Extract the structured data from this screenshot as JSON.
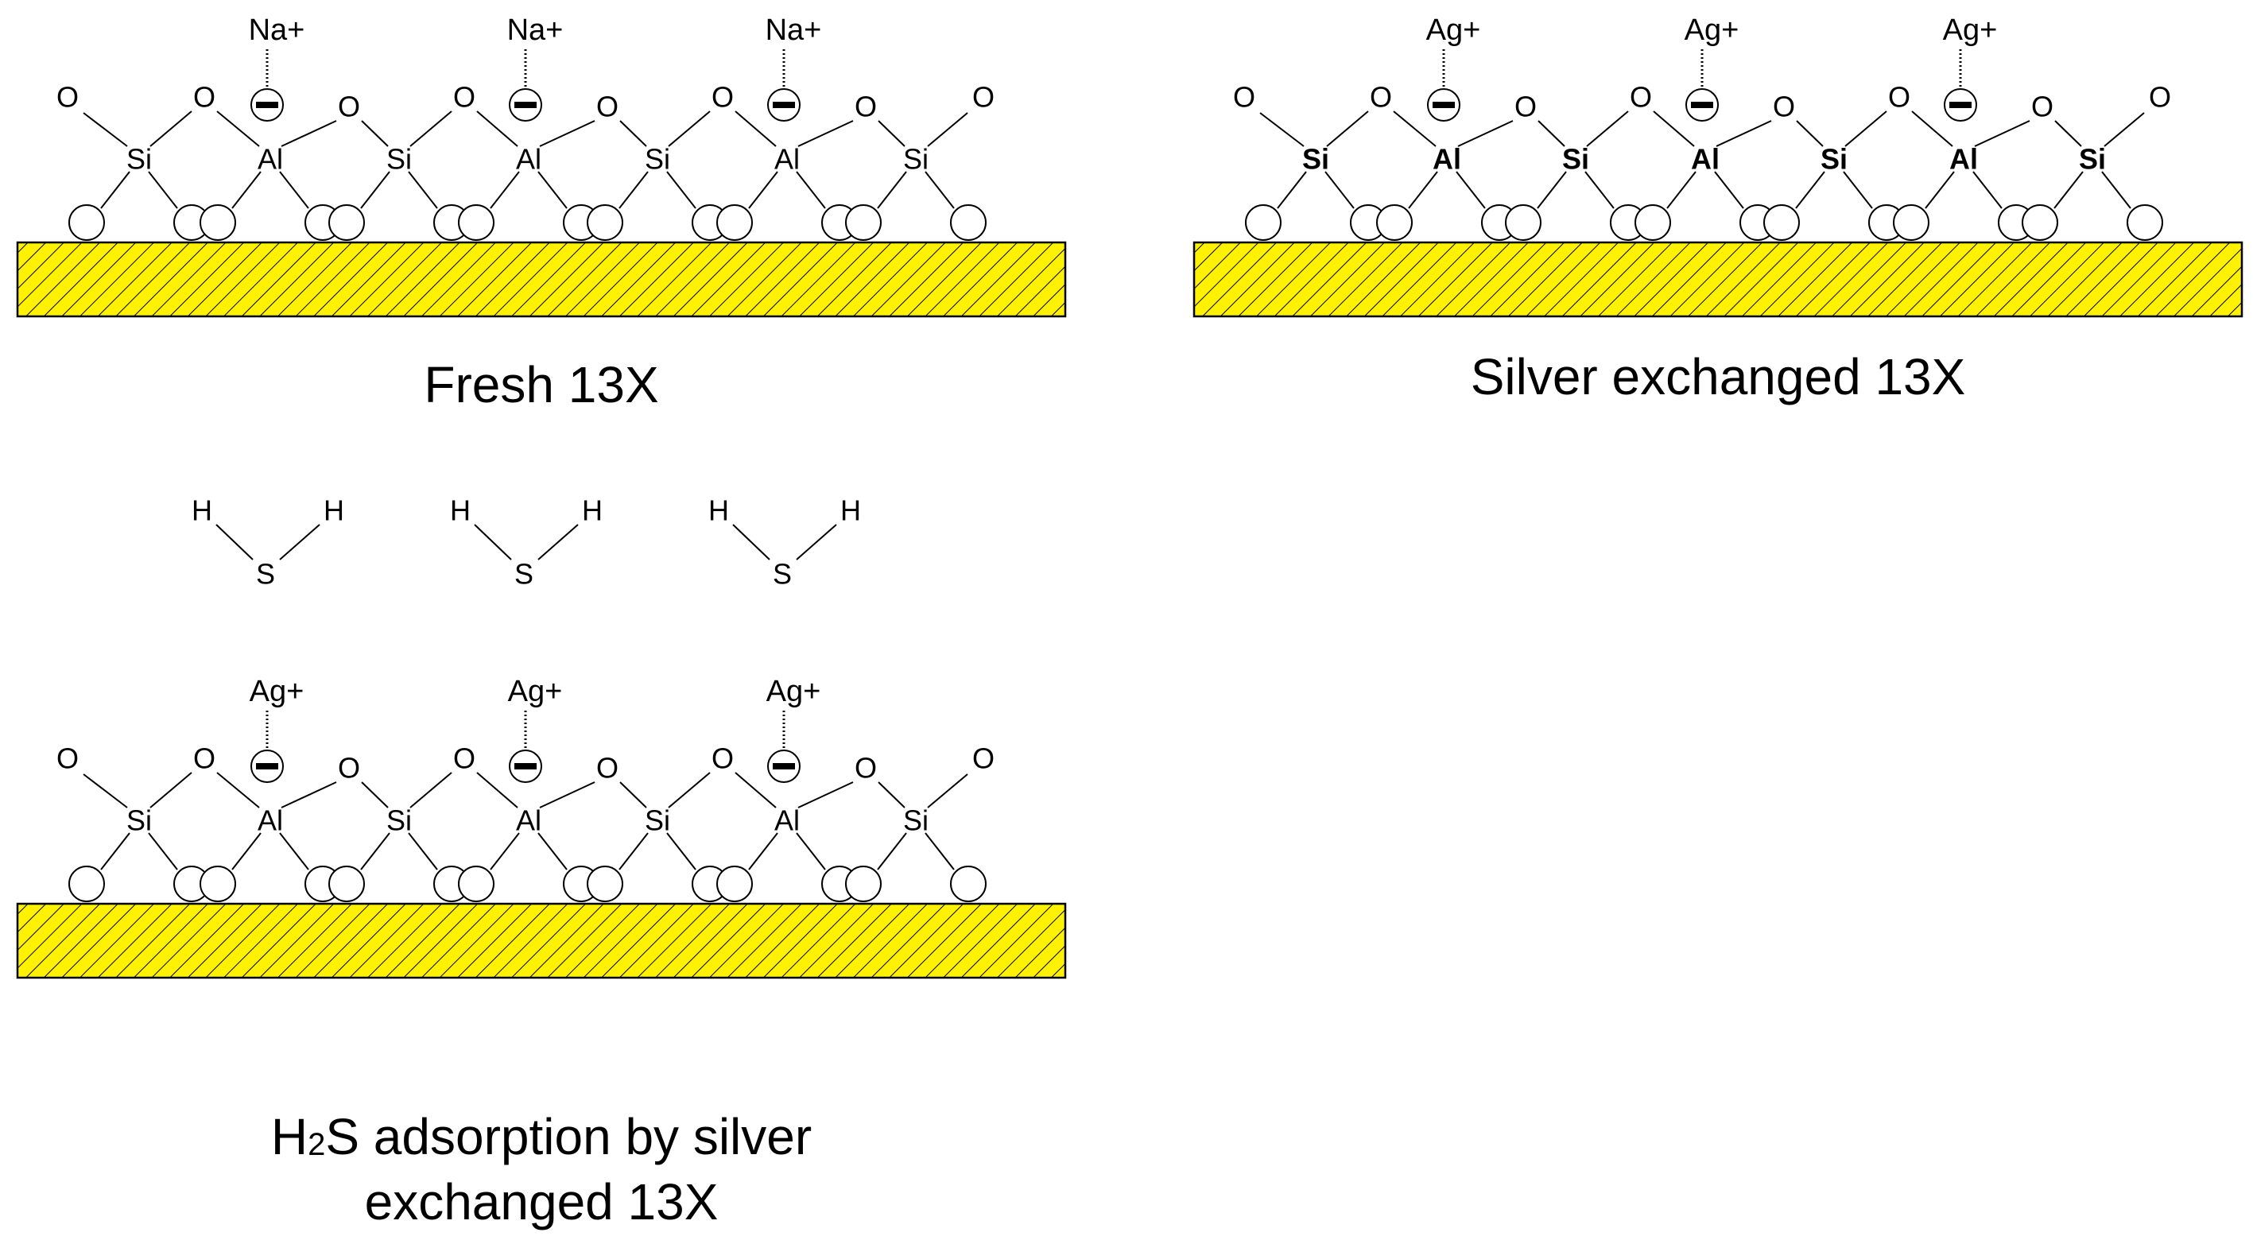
{
  "colors": {
    "substrate_fill": "#FFF200",
    "hatch": "#000000",
    "lines": "#000000",
    "background": "#FFFFFF"
  },
  "atoms": {
    "oxygen": "O",
    "silicon": "Si",
    "aluminium": "Al",
    "sulfur": "S",
    "hydrogen": "H"
  },
  "panels": [
    {
      "id": "fresh",
      "cation": "Na+",
      "caption_lines": [
        "Fresh 13X"
      ],
      "adsorbate": false,
      "bold_framework": false
    },
    {
      "id": "silver",
      "cation": "Ag+",
      "caption_lines": [
        "Silver exchanged 13X"
      ],
      "adsorbate": false,
      "bold_framework": true
    },
    {
      "id": "h2s",
      "cation": "Ag+",
      "caption_main": "H",
      "caption_subscript": "2",
      "caption_rest": "S adsorption by silver",
      "caption_line2": "exchanged 13X",
      "adsorbate": true,
      "bold_framework": false
    }
  ]
}
